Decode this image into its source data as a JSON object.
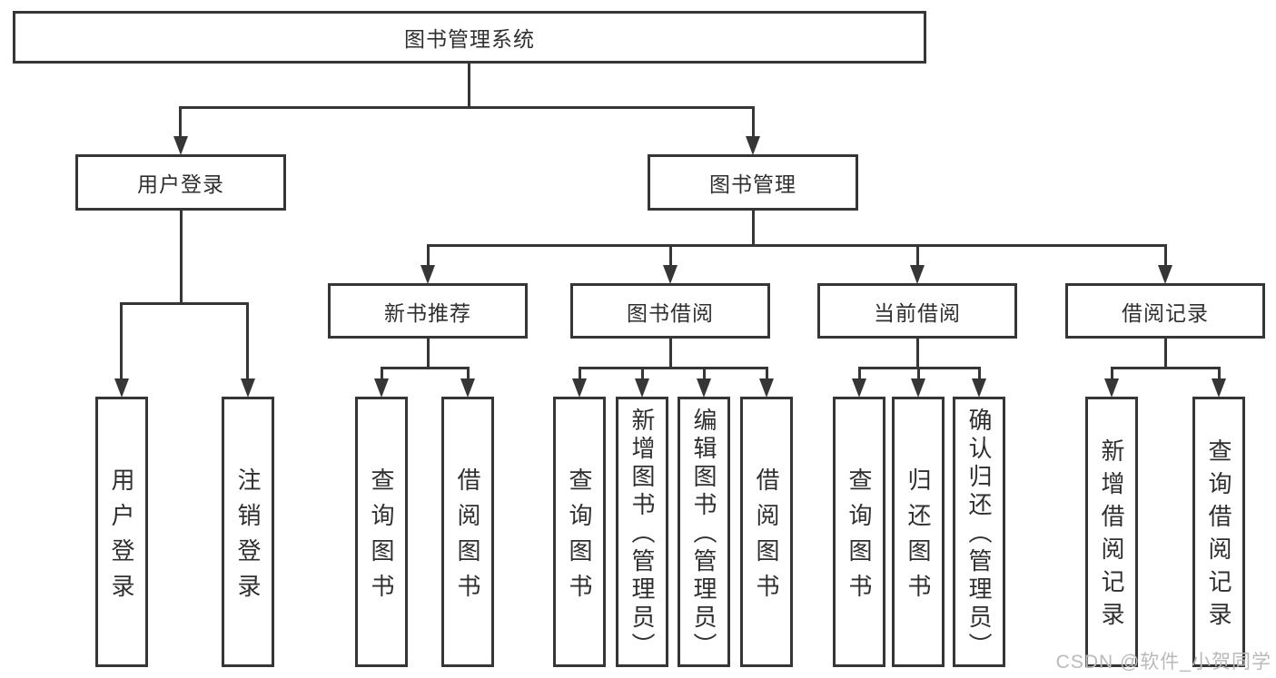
{
  "title": "图书管理系统",
  "tree": {
    "label": "图书管理系统",
    "children": [
      {
        "label": "用户登录",
        "children": [
          {
            "label": "用户登录"
          },
          {
            "label": "注销登录"
          }
        ]
      },
      {
        "label": "图书管理",
        "children": [
          {
            "label": "新书推荐",
            "children": [
              {
                "label": "查询图书"
              },
              {
                "label": "借阅图书"
              }
            ]
          },
          {
            "label": "图书借阅",
            "children": [
              {
                "label": "查询图书"
              },
              {
                "label": "新增图书（管理员）"
              },
              {
                "label": "编辑图书（管理员）"
              },
              {
                "label": "借阅图书"
              }
            ]
          },
          {
            "label": "当前借阅",
            "children": [
              {
                "label": "查询图书"
              },
              {
                "label": "归还图书"
              },
              {
                "label": "确认归还（管理员）"
              }
            ]
          },
          {
            "label": "借阅记录",
            "children": [
              {
                "label": "新增借阅记录"
              },
              {
                "label": "查询借阅记录"
              }
            ]
          }
        ]
      }
    ]
  },
  "watermark": {
    "text": "CSDN @软件_小贺同学"
  },
  "colors": {
    "line": "#363636",
    "text": "#2f2f2f",
    "watermark": "#b9b9b9",
    "background": "#ffffff"
  }
}
